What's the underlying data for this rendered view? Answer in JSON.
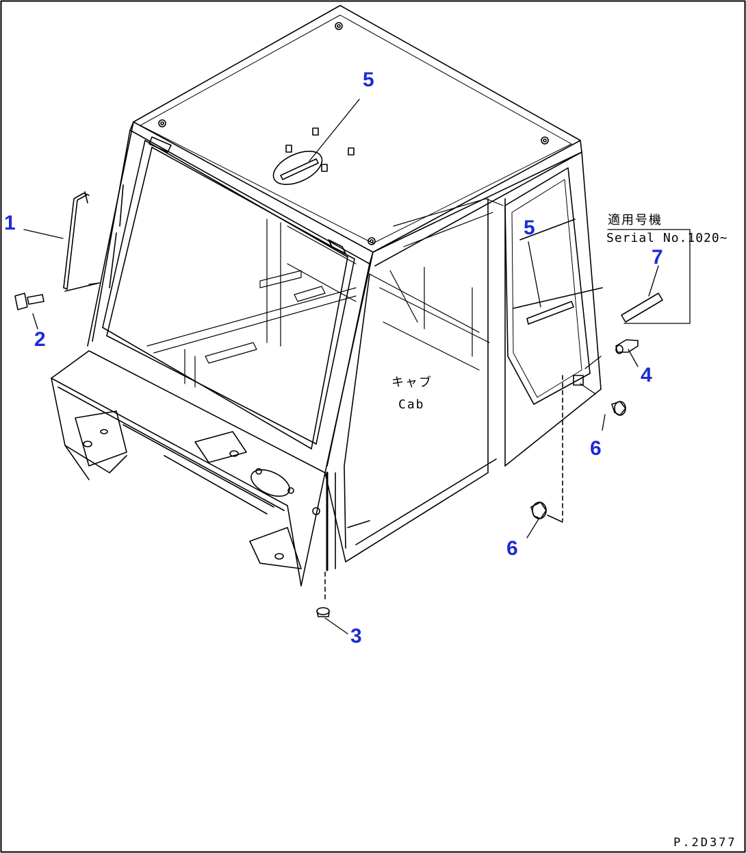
{
  "drawing": {
    "cab_label_jp": "キャブ",
    "cab_label_en": "Cab",
    "serial_note": {
      "line1": "適用号機",
      "line2": "Serial No.1020~"
    },
    "page_code": "P.2D377"
  },
  "callouts": [
    {
      "id": "c1",
      "label": "1",
      "part": "handrail"
    },
    {
      "id": "c2",
      "label": "2",
      "part": "bolt"
    },
    {
      "id": "c3",
      "label": "3",
      "part": "plug"
    },
    {
      "id": "c4",
      "label": "4",
      "part": "fitting"
    },
    {
      "id": "c5a",
      "label": "5",
      "part": "roof-handle"
    },
    {
      "id": "c5b",
      "label": "5",
      "part": "rear-handle"
    },
    {
      "id": "c6a",
      "label": "6",
      "part": "bushing-upper"
    },
    {
      "id": "c6b",
      "label": "6",
      "part": "bushing-lower"
    },
    {
      "id": "c7",
      "label": "7",
      "part": "plate"
    }
  ],
  "colors": {
    "callout": "#1f2bd6",
    "line": "#000000"
  }
}
